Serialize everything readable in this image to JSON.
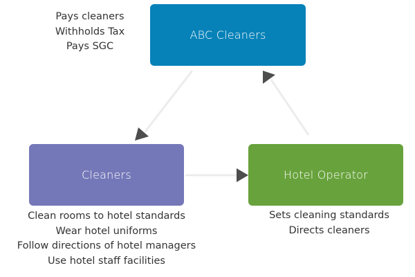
{
  "nodes": {
    "abc": {
      "label": "ABC Cleaners",
      "color": "#0782b8",
      "notes": [
        "Pays cleaners",
        "Withholds Tax",
        "Pays SGC"
      ]
    },
    "cleaners": {
      "label": "Cleaners",
      "color": "#7478b8",
      "notes": [
        "Clean rooms to hotel standards",
        "Wear hotel uniforms",
        "Follow directions of hotel managers",
        "Use hotel staff facilities"
      ]
    },
    "hotel": {
      "label": "Hotel Operator",
      "color": "#68a23c",
      "notes": [
        "Sets cleaning standards",
        "Directs cleaners"
      ]
    }
  },
  "edges": [
    {
      "from": "ABC Cleaners",
      "to": "Cleaners"
    },
    {
      "from": "Cleaners",
      "to": "Hotel Operator"
    },
    {
      "from": "Hotel Operator",
      "to": "ABC Cleaners"
    }
  ]
}
